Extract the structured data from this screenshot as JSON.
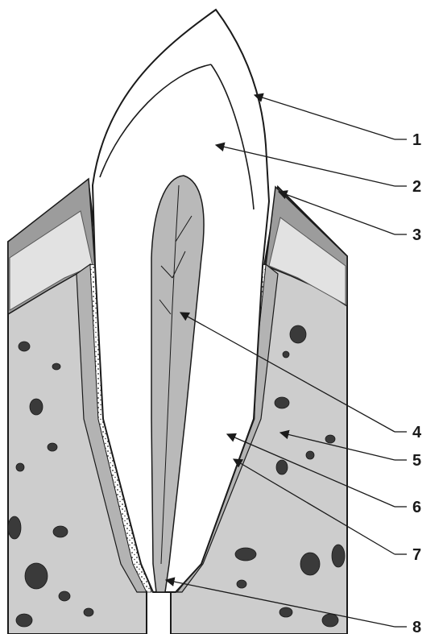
{
  "diagram": {
    "callouts": [
      {
        "number": "1"
      },
      {
        "number": "2"
      },
      {
        "number": "3"
      },
      {
        "number": "4"
      },
      {
        "number": "5"
      },
      {
        "number": "6"
      },
      {
        "number": "7"
      },
      {
        "number": "8"
      }
    ]
  },
  "colors": {
    "bone": "#cdcdcd",
    "gum": "#8a8a8a",
    "ligament": "#b3b3b3",
    "pulp": "#b9b9b9",
    "crown": "#ffffff",
    "outline": "#1a1a1a",
    "bone_spots": "#3a3a3a"
  }
}
